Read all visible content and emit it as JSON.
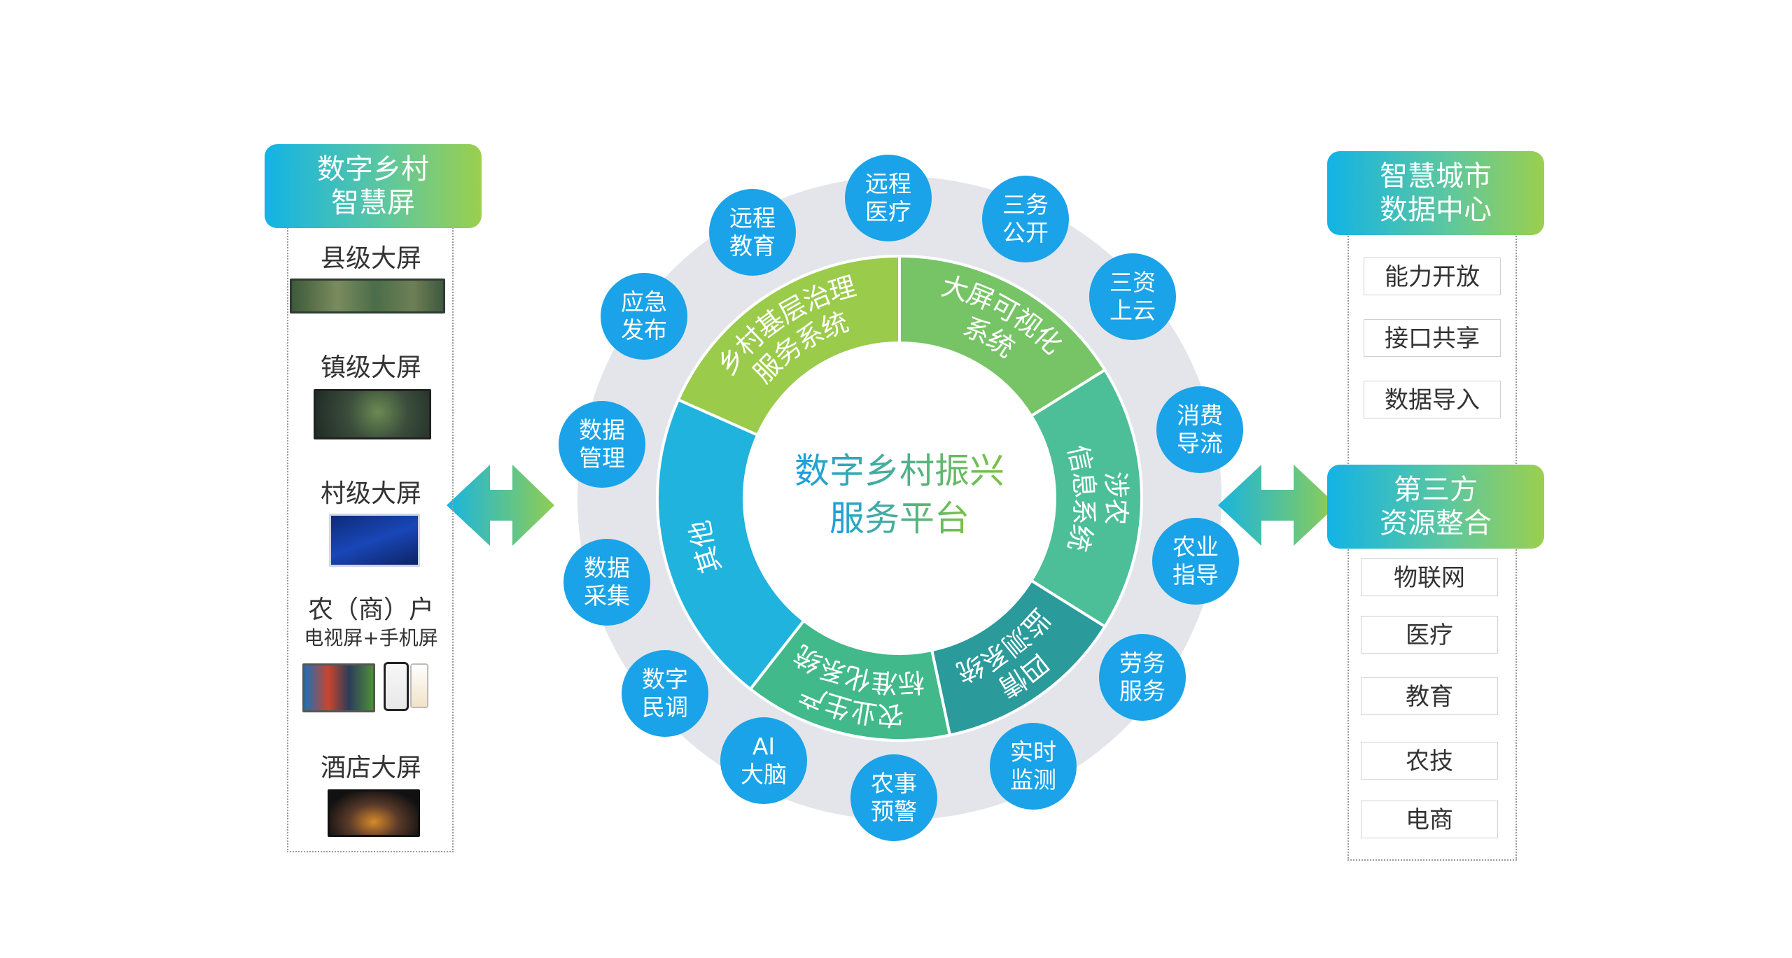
{
  "left_panel": {
    "title_line1": "数字乡村",
    "title_line2": "智慧屏",
    "screens": {
      "county": "县级大屏",
      "town": "镇级大屏",
      "village": "村级大屏",
      "household": "农（商）户",
      "household_sub": "电视屏+手机屏",
      "hotel": "酒店大屏"
    }
  },
  "center": {
    "title_line1": "数字乡村振兴",
    "title_line2": "服务平台",
    "segments": [
      {
        "line1": "乡村基层治理",
        "line2": "服务系统",
        "color": "#9acb4a"
      },
      {
        "line1": "大屏可视化",
        "line2": "系统",
        "color": "#76c466"
      },
      {
        "line1": "涉农",
        "line2": "信息系统",
        "color": "#4cbf98"
      },
      {
        "line1": "四情",
        "line2": "监测系统",
        "color": "#2a9a9a"
      },
      {
        "line1": "农业生产",
        "line2": "标准化系统",
        "color": "#42b98a"
      },
      {
        "line1": "其他",
        "line2": "",
        "color": "#1fb3de"
      }
    ],
    "bubbles": [
      {
        "line1": "远程",
        "line2": "医疗"
      },
      {
        "line1": "三务",
        "line2": "公开"
      },
      {
        "line1": "三资",
        "line2": "上云"
      },
      {
        "line1": "消费",
        "line2": "导流"
      },
      {
        "line1": "农业",
        "line2": "指导"
      },
      {
        "line1": "劳务",
        "line2": "服务"
      },
      {
        "line1": "实时",
        "line2": "监测"
      },
      {
        "line1": "农事",
        "line2": "预警"
      },
      {
        "line1": "AI",
        "line2": "大脑"
      },
      {
        "line1": "数字",
        "line2": "民调"
      },
      {
        "line1": "数据",
        "line2": "采集"
      },
      {
        "line1": "数据",
        "line2": "管理"
      },
      {
        "line1": "应急",
        "line2": "发布"
      },
      {
        "line1": "远程",
        "line2": "教育"
      }
    ]
  },
  "right_panel": {
    "top_title_line1": "智慧城市",
    "top_title_line2": "数据中心",
    "top_items": [
      "能力开放",
      "接口共享",
      "数据导入"
    ],
    "bottom_title_line1": "第三方",
    "bottom_title_line2": "资源整合",
    "bottom_items": [
      "物联网",
      "医疗",
      "教育",
      "农技",
      "电商"
    ]
  },
  "colors": {
    "header_gradient_start": "#12b3e6",
    "header_gradient_end": "#9bcf4e",
    "bubble_blue": "#1aa3e8",
    "ring_gray": "#e3e5ea",
    "center_text_blue": "#1a9ee0",
    "center_text_green": "#7cc243"
  }
}
